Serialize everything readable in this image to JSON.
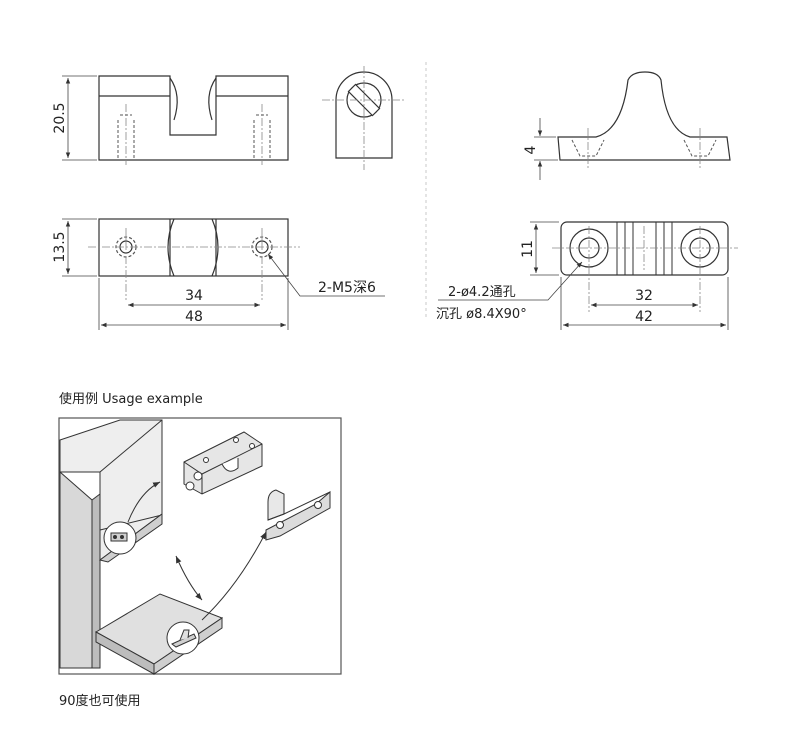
{
  "dimensions": {
    "height_left": "20.5",
    "width_left": "13.5",
    "hole_spacing_left": "34",
    "length_left": "48",
    "thread_note": "2-M5深6",
    "height_right": "4",
    "width_right": "11",
    "hole_spacing_right": "32",
    "length_right": "42",
    "through_hole_note": "2-ø4.2通孔",
    "countersink_note": "沉孔 ø8.4X90°"
  },
  "captions": {
    "usage_title": "使用例 Usage example",
    "angle_note": "90度也可使用"
  },
  "colors": {
    "line": "#333333",
    "hidden": "#555555",
    "dim_line": "#444444",
    "center": "#888888",
    "frame": "#555555"
  }
}
